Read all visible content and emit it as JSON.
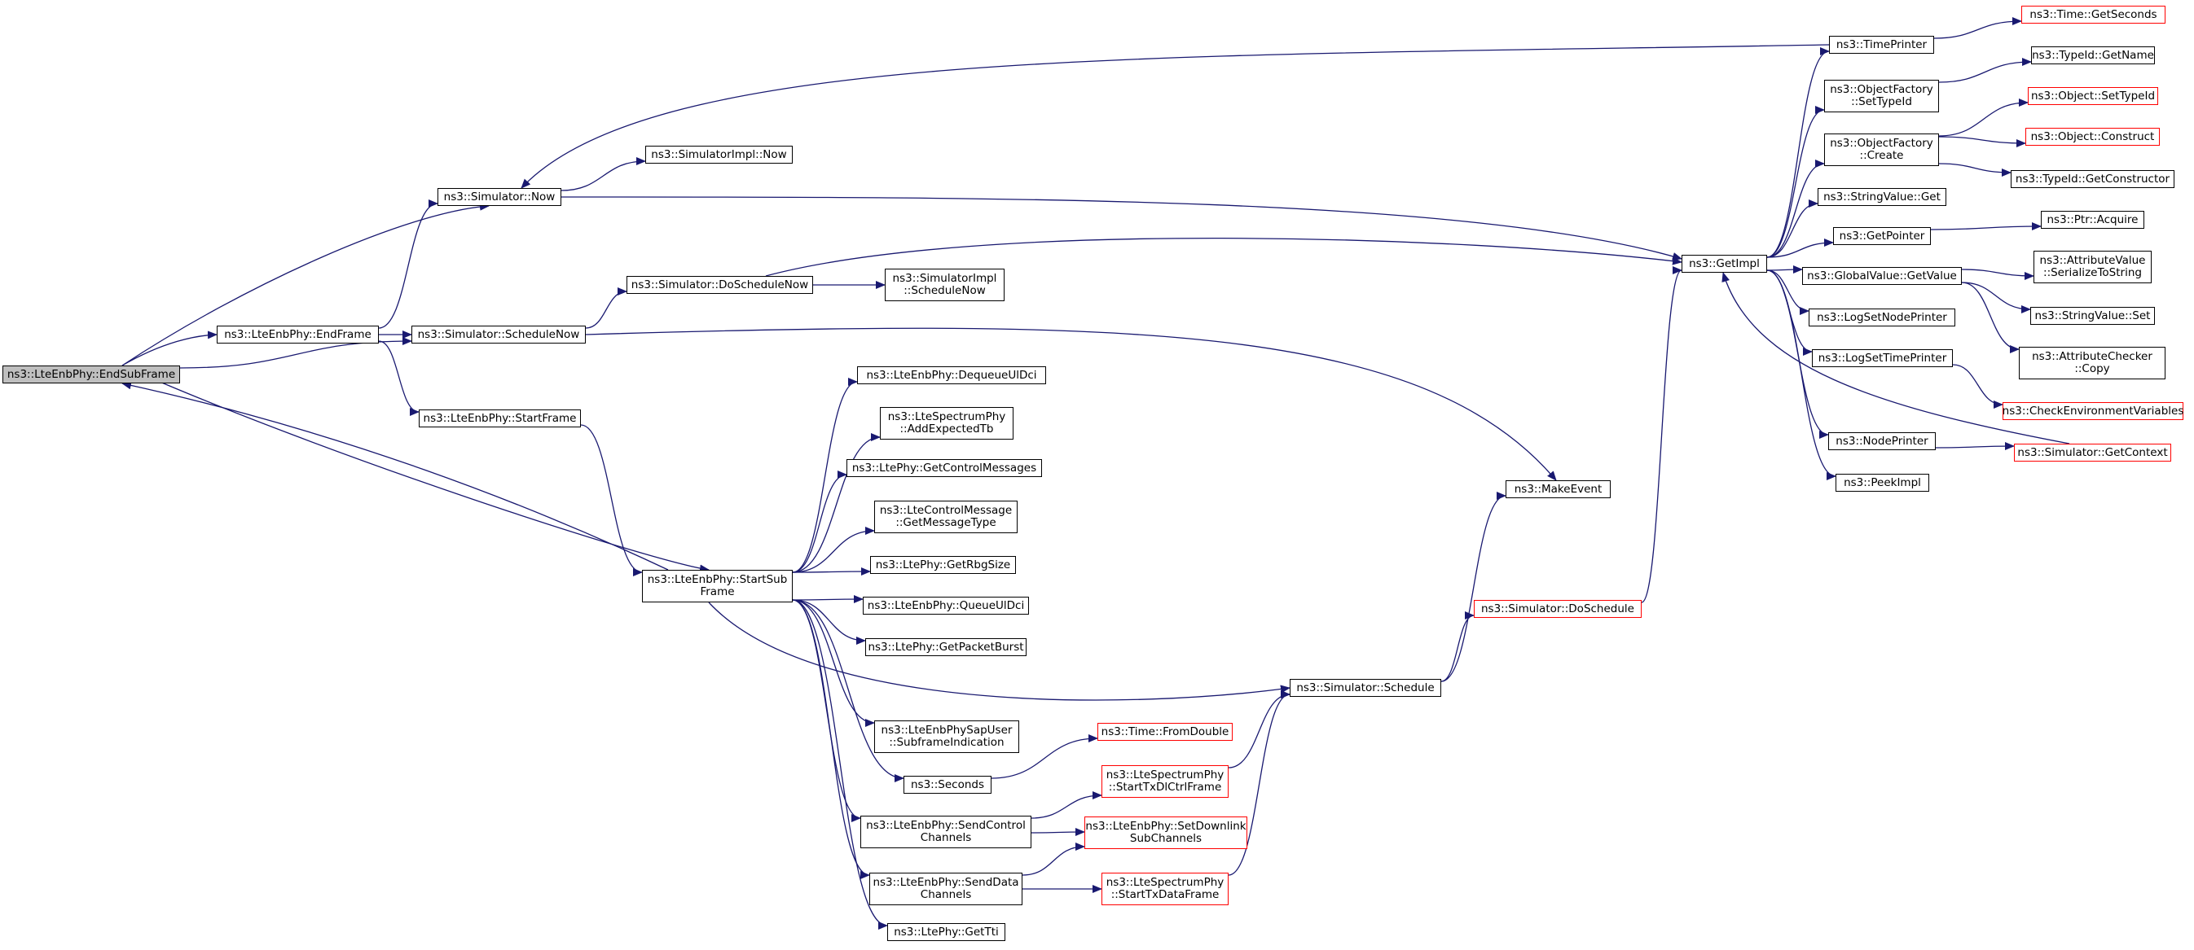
{
  "nodes": [
    {
      "id": "endsub",
      "lines": [
        "ns3::LteEnbPhy::EndSubFrame"
      ],
      "root": true
    },
    {
      "id": "endframe",
      "lines": [
        "ns3::LteEnbPhy::EndFrame"
      ]
    },
    {
      "id": "simnow",
      "lines": [
        "ns3::Simulator::Now"
      ]
    },
    {
      "id": "implnow",
      "lines": [
        "ns3::SimulatorImpl::Now"
      ]
    },
    {
      "id": "schednow",
      "lines": [
        "ns3::Simulator::ScheduleNow"
      ]
    },
    {
      "id": "doschednow",
      "lines": [
        "ns3::Simulator::DoScheduleNow"
      ]
    },
    {
      "id": "implschednow",
      "lines": [
        "ns3::SimulatorImpl",
        "::ScheduleNow"
      ]
    },
    {
      "id": "startframe",
      "lines": [
        "ns3::LteEnbPhy::StartFrame"
      ]
    },
    {
      "id": "startsub",
      "lines": [
        "ns3::LteEnbPhy::StartSub",
        "Frame"
      ]
    },
    {
      "id": "dequeue",
      "lines": [
        "ns3::LteEnbPhy::DequeueUlDci"
      ]
    },
    {
      "id": "addexp",
      "lines": [
        "ns3::LteSpectrumPhy",
        "::AddExpectedTb"
      ]
    },
    {
      "id": "getctrl",
      "lines": [
        "ns3::LtePhy::GetControlMessages"
      ]
    },
    {
      "id": "getmsgtype",
      "lines": [
        "ns3::LteControlMessage",
        "::GetMessageType"
      ]
    },
    {
      "id": "getrbg",
      "lines": [
        "ns3::LtePhy::GetRbgSize"
      ]
    },
    {
      "id": "queueul",
      "lines": [
        "ns3::LteEnbPhy::QueueUlDci"
      ]
    },
    {
      "id": "getpkt",
      "lines": [
        "ns3::LtePhy::GetPacketBurst"
      ]
    },
    {
      "id": "subframeind",
      "lines": [
        "ns3::LteEnbPhySapUser",
        "::SubframeIndication"
      ]
    },
    {
      "id": "seconds",
      "lines": [
        "ns3::Seconds"
      ]
    },
    {
      "id": "sendctrl",
      "lines": [
        "ns3::LteEnbPhy::SendControl",
        "Channels"
      ]
    },
    {
      "id": "senddata",
      "lines": [
        "ns3::LteEnbPhy::SendData",
        "Channels"
      ]
    },
    {
      "id": "getttl",
      "lines": [
        "ns3::LtePhy::GetTti"
      ]
    },
    {
      "id": "fromdouble",
      "lines": [
        "ns3::Time::FromDouble"
      ],
      "truncated": true
    },
    {
      "id": "starttxdl",
      "lines": [
        "ns3::LteSpectrumPhy",
        "::StartTxDlCtrlFrame"
      ],
      "truncated": true
    },
    {
      "id": "setdownlink",
      "lines": [
        "ns3::LteEnbPhy::SetDownlink",
        "SubChannels"
      ],
      "truncated": true
    },
    {
      "id": "starttxdata",
      "lines": [
        "ns3::LteSpectrumPhy",
        "::StartTxDataFrame"
      ],
      "truncated": true
    },
    {
      "id": "schedule",
      "lines": [
        "ns3::Simulator::Schedule"
      ]
    },
    {
      "id": "makeevent",
      "lines": [
        "ns3::MakeEvent"
      ]
    },
    {
      "id": "dosched",
      "lines": [
        "ns3::Simulator::DoSchedule"
      ],
      "truncated": true
    },
    {
      "id": "getimpl",
      "lines": [
        "ns3::GetImpl"
      ]
    },
    {
      "id": "timeprinter",
      "lines": [
        "ns3::TimePrinter"
      ]
    },
    {
      "id": "ofsettype",
      "lines": [
        "ns3::ObjectFactory",
        "::SetTypeId"
      ]
    },
    {
      "id": "ofcreate",
      "lines": [
        "ns3::ObjectFactory",
        "::Create"
      ]
    },
    {
      "id": "strget",
      "lines": [
        "ns3::StringValue::Get"
      ]
    },
    {
      "id": "getptr",
      "lines": [
        "ns3::GetPointer"
      ]
    },
    {
      "id": "gvget",
      "lines": [
        "ns3::GlobalValue::GetValue"
      ]
    },
    {
      "id": "lognode",
      "lines": [
        "ns3::LogSetNodePrinter"
      ]
    },
    {
      "id": "logtime",
      "lines": [
        "ns3::LogSetTimePrinter"
      ]
    },
    {
      "id": "nodeprinter",
      "lines": [
        "ns3::NodePrinter"
      ]
    },
    {
      "id": "peekimpl",
      "lines": [
        "ns3::PeekImpl"
      ]
    },
    {
      "id": "getseconds",
      "lines": [
        "ns3::Time::GetSeconds"
      ],
      "truncated": true
    },
    {
      "id": "getname",
      "lines": [
        "ns3::TypeId::GetName"
      ]
    },
    {
      "id": "objsettype",
      "lines": [
        "ns3::Object::SetTypeId"
      ],
      "truncated": true
    },
    {
      "id": "objconstruct",
      "lines": [
        "ns3::Object::Construct"
      ],
      "truncated": true
    },
    {
      "id": "getctor",
      "lines": [
        "ns3::TypeId::GetConstructor"
      ]
    },
    {
      "id": "ptracquire",
      "lines": [
        "ns3::Ptr::Acquire"
      ]
    },
    {
      "id": "avser",
      "lines": [
        "ns3::AttributeValue",
        "::SerializeToString"
      ]
    },
    {
      "id": "strset",
      "lines": [
        "ns3::StringValue::Set"
      ]
    },
    {
      "id": "accopy",
      "lines": [
        "ns3::AttributeChecker",
        "::Copy"
      ]
    },
    {
      "id": "checkenv",
      "lines": [
        "ns3::CheckEnvironmentVariables"
      ],
      "truncated": true
    },
    {
      "id": "getcontext",
      "lines": [
        "ns3::Simulator::GetContext"
      ],
      "truncated": true
    }
  ],
  "edges": [
    [
      "endsub",
      "endframe"
    ],
    [
      "endsub",
      "simnow"
    ],
    [
      "endsub",
      "schednow"
    ],
    [
      "endsub",
      "startsub"
    ],
    [
      "endframe",
      "simnow"
    ],
    [
      "endframe",
      "schednow"
    ],
    [
      "endframe",
      "startframe"
    ],
    [
      "simnow",
      "implnow"
    ],
    [
      "simnow",
      "getimpl"
    ],
    [
      "schednow",
      "doschednow"
    ],
    [
      "schednow",
      "makeevent"
    ],
    [
      "doschednow",
      "implschednow"
    ],
    [
      "doschednow",
      "getimpl"
    ],
    [
      "startframe",
      "startsub"
    ],
    [
      "startsub",
      "endsub"
    ],
    [
      "startsub",
      "dequeue"
    ],
    [
      "startsub",
      "addexp"
    ],
    [
      "startsub",
      "getctrl"
    ],
    [
      "startsub",
      "getmsgtype"
    ],
    [
      "startsub",
      "getrbg"
    ],
    [
      "startsub",
      "queueul"
    ],
    [
      "startsub",
      "getpkt"
    ],
    [
      "startsub",
      "schedule"
    ],
    [
      "startsub",
      "subframeind"
    ],
    [
      "startsub",
      "seconds"
    ],
    [
      "startsub",
      "sendctrl"
    ],
    [
      "startsub",
      "senddata"
    ],
    [
      "startsub",
      "getttl"
    ],
    [
      "seconds",
      "fromdouble"
    ],
    [
      "sendctrl",
      "starttxdl"
    ],
    [
      "sendctrl",
      "setdownlink"
    ],
    [
      "senddata",
      "setdownlink"
    ],
    [
      "senddata",
      "starttxdata"
    ],
    [
      "starttxdl",
      "schedule"
    ],
    [
      "starttxdata",
      "schedule"
    ],
    [
      "schedule",
      "makeevent"
    ],
    [
      "schedule",
      "dosched"
    ],
    [
      "dosched",
      "getimpl"
    ],
    [
      "getimpl",
      "timeprinter"
    ],
    [
      "getimpl",
      "ofsettype"
    ],
    [
      "getimpl",
      "ofcreate"
    ],
    [
      "getimpl",
      "strget"
    ],
    [
      "getimpl",
      "getptr"
    ],
    [
      "getimpl",
      "gvget"
    ],
    [
      "getimpl",
      "lognode"
    ],
    [
      "getimpl",
      "logtime"
    ],
    [
      "getimpl",
      "nodeprinter"
    ],
    [
      "getimpl",
      "peekimpl"
    ],
    [
      "timeprinter",
      "simnow"
    ],
    [
      "timeprinter",
      "getseconds"
    ],
    [
      "ofsettype",
      "getname"
    ],
    [
      "ofcreate",
      "objsettype"
    ],
    [
      "ofcreate",
      "objconstruct"
    ],
    [
      "ofcreate",
      "getctor"
    ],
    [
      "getptr",
      "ptracquire"
    ],
    [
      "gvget",
      "avser"
    ],
    [
      "gvget",
      "strset"
    ],
    [
      "gvget",
      "accopy"
    ],
    [
      "logtime",
      "checkenv"
    ],
    [
      "nodeprinter",
      "getcontext"
    ],
    [
      "getcontext",
      "getimpl"
    ]
  ],
  "colors": {
    "edge": "#191970",
    "border": "#000000",
    "truncated_border": "#ff0000",
    "root_fill": "#bfbfbf"
  }
}
